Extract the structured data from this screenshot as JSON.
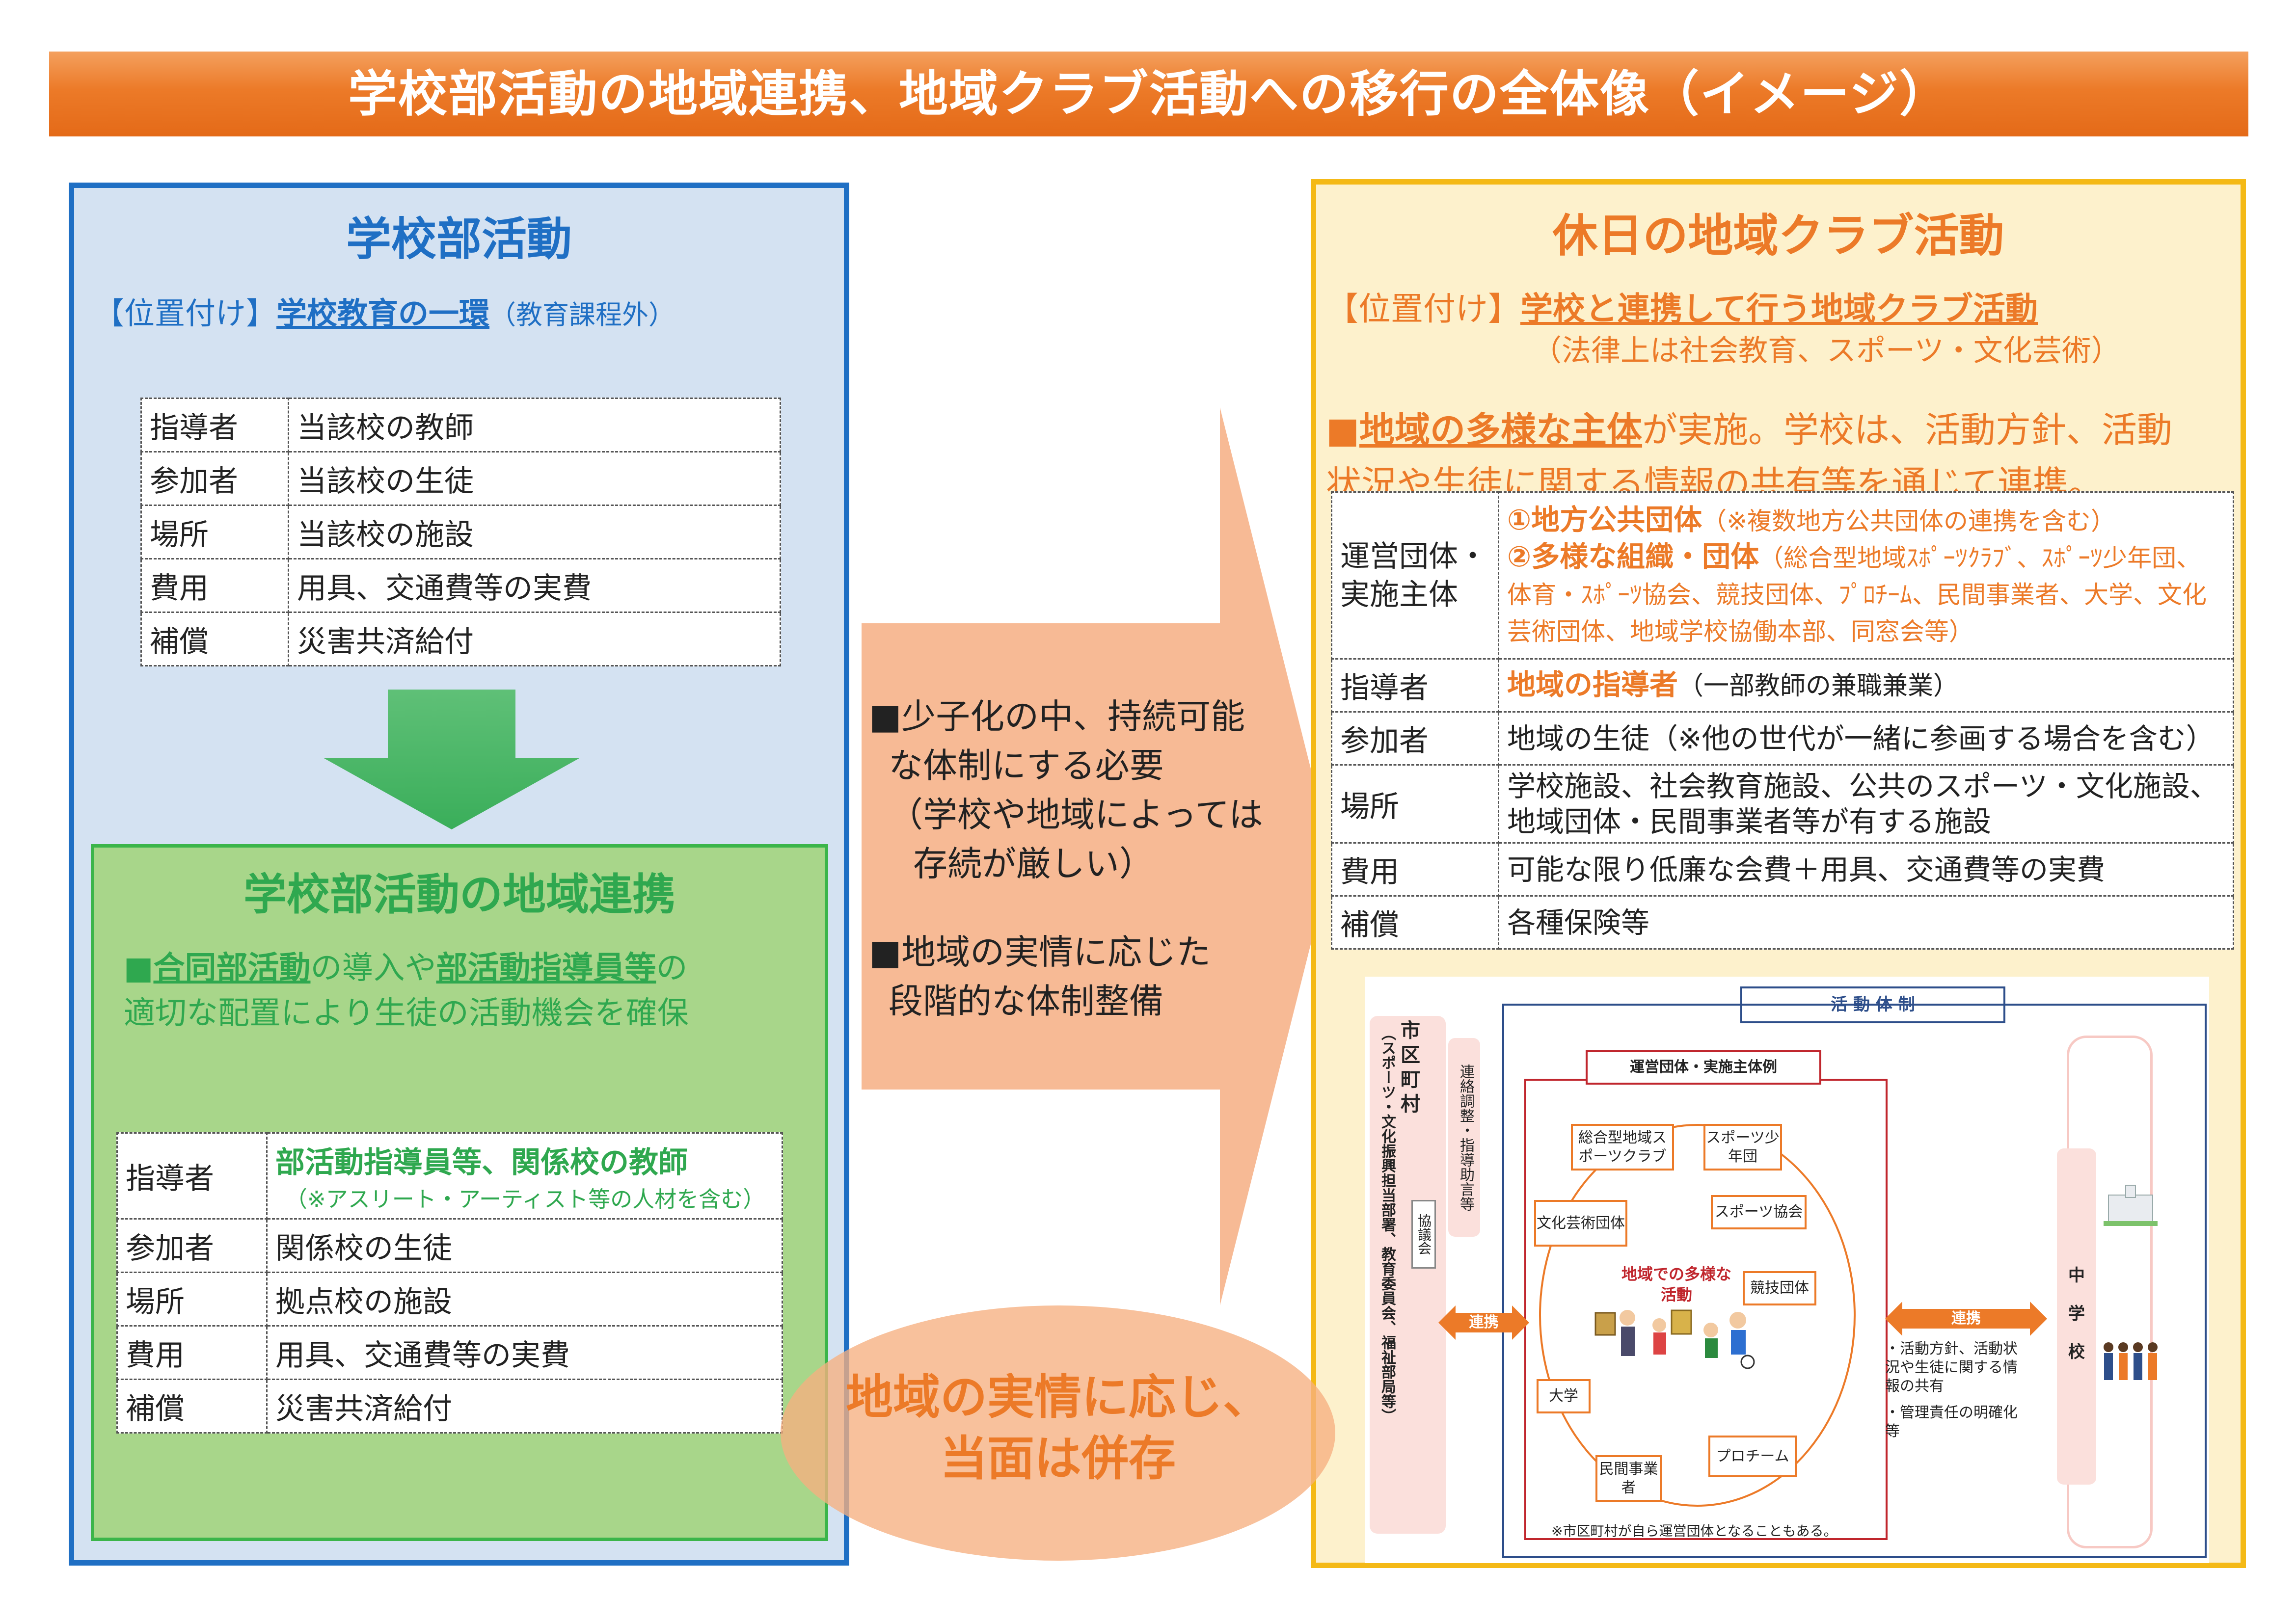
{
  "title": "学校部活動の地域連携、地域クラブ活動への移行の全体像（イメージ）",
  "left": {
    "title": "学校部活動",
    "position_label": "【位置付け】",
    "position_main": "学校教育の一環",
    "position_paren": "（教育課程外）",
    "rows": [
      {
        "key": "指導者",
        "value": "当該校の教師"
      },
      {
        "key": "参加者",
        "value": "当該校の生徒"
      },
      {
        "key": "場所",
        "value": "当該校の施設"
      },
      {
        "key": "費用",
        "value": "用具、交通費等の実費"
      },
      {
        "key": "補償",
        "value": "災害共済給付"
      }
    ]
  },
  "green": {
    "title": "学校部活動の地域連携",
    "bullet": "■",
    "desc_em1": "合同部活動",
    "desc_mid": "の導入や",
    "desc_em2": "部活動指導員等",
    "desc_tail": "の",
    "desc_line2": "適切な配置により生徒の活動機会を確保",
    "leader_key": "指導者",
    "leader_main": "部活動指導員等、関係校の教師",
    "leader_note": "（※アスリート・アーティスト等の人材を含む）",
    "rows": [
      {
        "key": "参加者",
        "value": "関係校の生徒"
      },
      {
        "key": "場所",
        "value": "拠点校の施設"
      },
      {
        "key": "費用",
        "value": "用具、交通費等の実費"
      },
      {
        "key": "補償",
        "value": "災害共済給付"
      }
    ]
  },
  "middle": {
    "bullet1_line1": "■少子化の中、持続可能",
    "bullet1_line2": "な体制にする必要",
    "bullet1_line3": "（学校や地域によっては",
    "bullet1_line4": "存続が厳しい）",
    "bullet2_line1": "■地域の実情に応じた",
    "bullet2_line2": "段階的な体制整備",
    "ellipse_line1": "地域の実情に応じ、",
    "ellipse_line2": "当面は併存"
  },
  "right": {
    "title": "休日の地域クラブ活動",
    "position_label": "【位置付け】",
    "position_main": "学校と連携して行う地域クラブ活動",
    "position_sub": "（法律上は社会教育、スポーツ・文化芸術）",
    "desc_bullet": "■",
    "desc_em": "地域の多様な主体",
    "desc_tail": "が実施。学校は、活動方針、活動",
    "desc_line2": "状況や生徒に関する情報の共有等を通じて連携。",
    "org_key": "運営団体・実施主体",
    "org_1": "①地方公共団体",
    "org_1_note": "（※複数地方公共団体の連携を含む）",
    "org_2": "②多様な組織・団体",
    "org_2_note": "（総合型地域ｽﾎﾟｰﾂｸﾗﾌﾞ、ｽﾎﾟｰﾂ少年団、体育・ｽﾎﾟｰﾂ協会、競技団体、ﾌﾟﾛﾁｰﾑ、民間事業者、大学、文化芸術団体、地域学校協働本部、同窓会等）",
    "leader_key": "指導者",
    "leader_main": "地域の指導者",
    "leader_note": "（一部教師の兼職兼業）",
    "rows": [
      {
        "key": "参加者",
        "value": "地域の生徒（※他の世代が一緒に参画する場合を含む）"
      },
      {
        "key": "場所",
        "value": "学校施設、社会教育施設、公共のスポーツ・文化施設、地域団体・民間事業者等が有する施設"
      },
      {
        "key": "費用",
        "value": "可能な限り低廉な会費＋用具、交通費等の実費"
      },
      {
        "key": "補償",
        "value": "各種保険等"
      }
    ]
  },
  "diagram": {
    "header": "活 動 体 制",
    "org_header": "運営団体・実施主体例",
    "city": "市区町村",
    "city_sub": "（スポーツ・文化振興担当部署、教育委員会、福祉部局等）",
    "council": "協議会",
    "coordination": "連絡調整・指導助言等",
    "link_left": "連携",
    "link_right": "連携",
    "school": "中学校",
    "center_label": "地域での多様な活動",
    "boxes": [
      "総合型地域スポーツクラブ",
      "スポーツ少年団",
      "文化芸術団体",
      "スポーツ協会",
      "競技団体",
      "大学",
      "民間事業者",
      "プロチーム"
    ],
    "right_note1": "・活動方針、活動状況や生徒に関する情報の共有",
    "right_note2": "・管理責任の明確化等",
    "footnote": "※市区町村が自ら運営団体となることもある。"
  },
  "colors": {
    "orange": "#ec7a28",
    "blue": "#1f6fc4",
    "green": "#2fa84f",
    "yellow": "#f4b916"
  }
}
